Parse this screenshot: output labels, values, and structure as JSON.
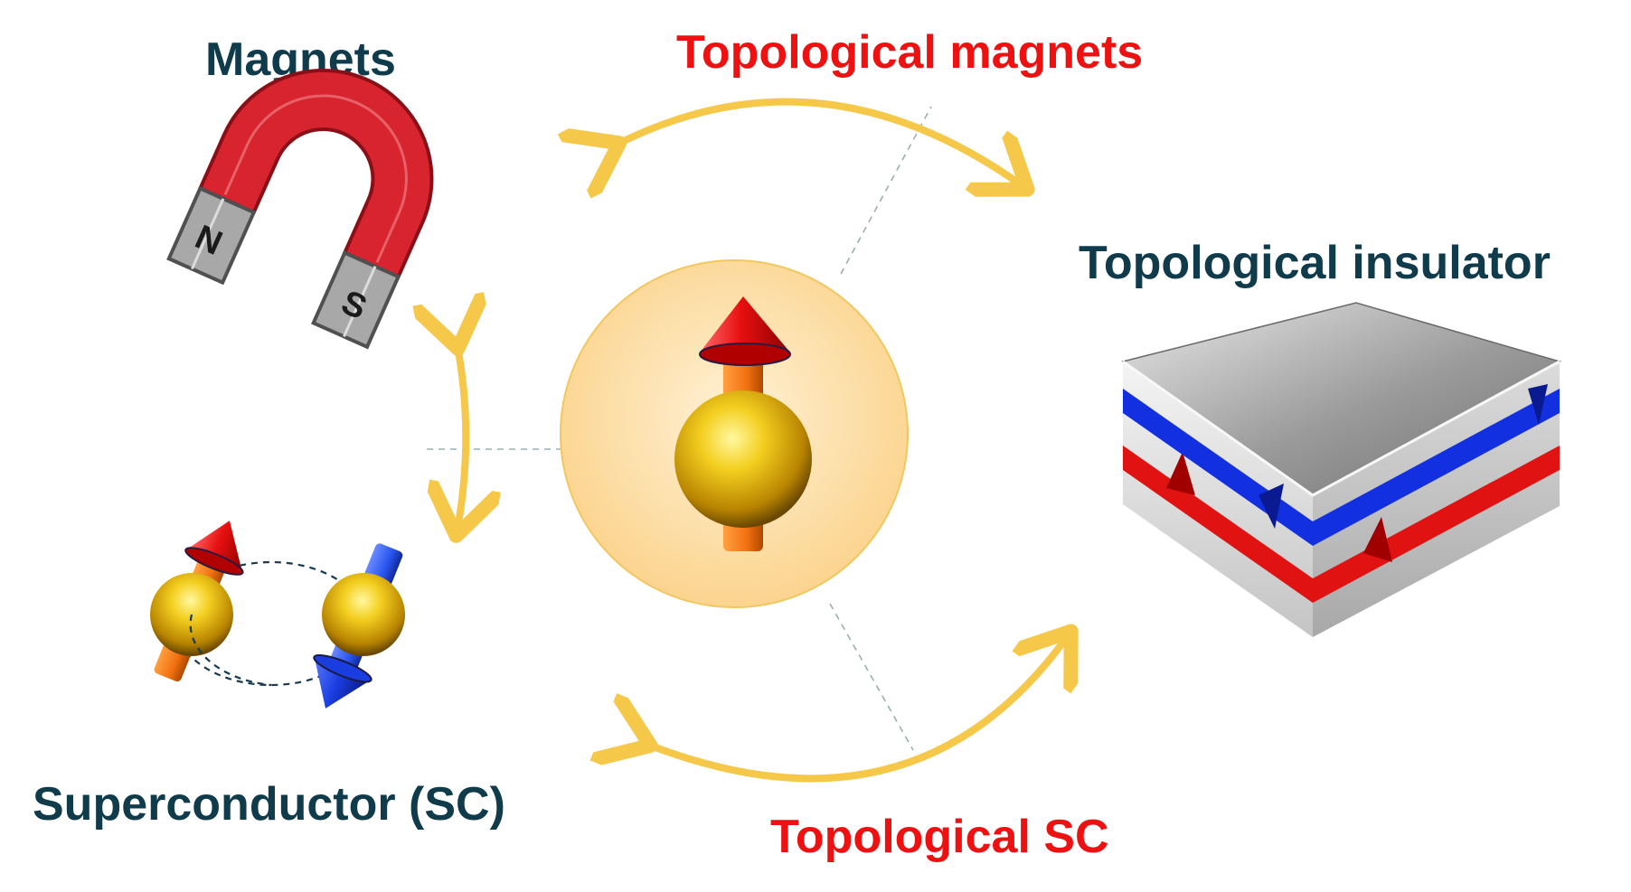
{
  "labels": {
    "magnets": "Magnets",
    "topological_magnets": "Topological magnets",
    "topological_insulator": "Topological insulator",
    "superconductor": "Superconductor (SC)",
    "topological_sc": "Topological SC"
  },
  "magnet_poles": {
    "north": "N",
    "south": "S"
  },
  "colors": {
    "label_dark": "#0f3b4a",
    "label_red": "#ee1111",
    "arrow_yellow": "#f5c84a",
    "center_disk": "#fde3b0",
    "spin_up_red": "#e81010",
    "spin_down_blue": "#1a3de0",
    "spin_orange": "#f07010",
    "electron_gold": "#e0b010",
    "magnet_red": "#d8242f",
    "magnet_gray": "#a8a8a8",
    "surface_blue": "#1230e0",
    "surface_red": "#e01212",
    "block_silver": "#c8c8c8"
  }
}
